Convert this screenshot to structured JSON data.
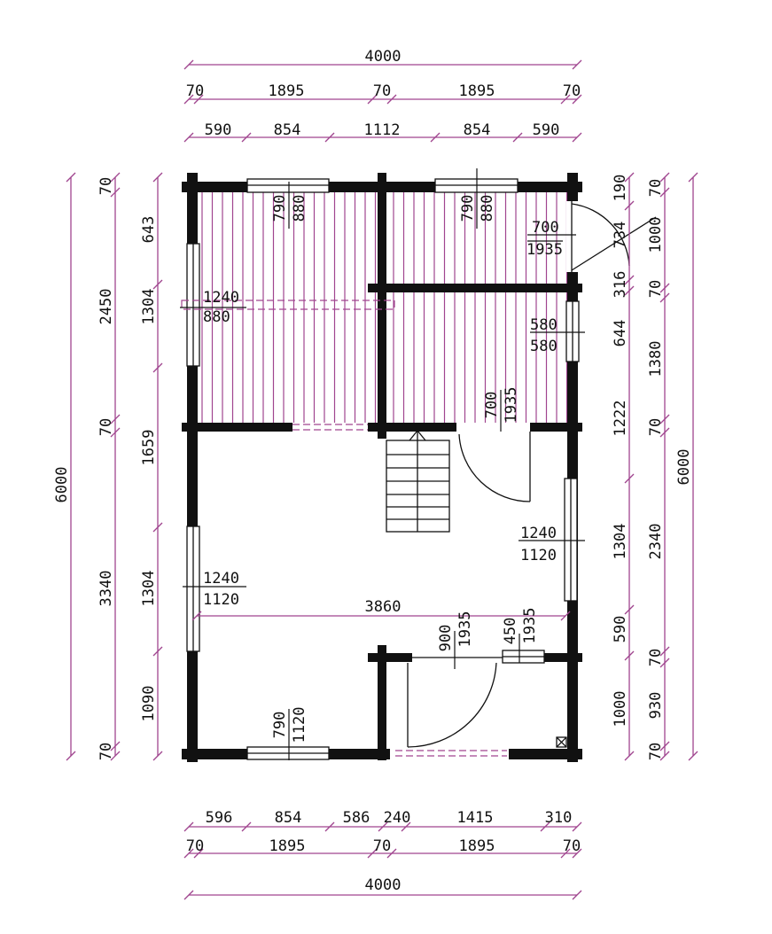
{
  "top": {
    "overall": "4000",
    "row2": [
      "70",
      "1895",
      "70",
      "1895",
      "70"
    ],
    "row3": [
      "590",
      "854",
      "1112",
      "854",
      "590"
    ]
  },
  "bottom": {
    "row1": [
      "596",
      "854",
      "586",
      "240",
      "1415",
      "310"
    ],
    "row2": [
      "70",
      "1895",
      "70",
      "1895",
      "70"
    ],
    "overall": "4000"
  },
  "left": {
    "overall": "6000",
    "col2": [
      "70",
      "2450",
      "70",
      "3340",
      "70"
    ],
    "col3": [
      "643",
      "1304",
      "1659",
      "1304",
      "1090"
    ]
  },
  "right": {
    "col1": [
      "190",
      "734",
      "316",
      "644",
      "1222",
      "1304",
      "590",
      "1000"
    ],
    "col2": [
      "70",
      "1000",
      "70",
      "1380",
      "70",
      "2340",
      "70",
      "930",
      "70"
    ],
    "overall": "6000"
  },
  "openings": {
    "top_window_left": [
      "790",
      "880"
    ],
    "top_window_right": [
      "790",
      "880"
    ],
    "upper_door": [
      "700",
      "1935"
    ],
    "left_window_upper": [
      "1240",
      "880"
    ],
    "right_window_small": [
      "580",
      "580"
    ],
    "inner_door": [
      "700",
      "1935"
    ],
    "right_window_lower": [
      "1240",
      "1120"
    ],
    "left_window_lower": [
      "1240",
      "1120"
    ],
    "interior_span": "3860",
    "bath_door": [
      "900",
      "1935"
    ],
    "bath_window": [
      "450",
      "1935"
    ],
    "bottom_window": [
      "790",
      "1120"
    ]
  },
  "colors": {
    "dimension": "#a0458f",
    "wall": "#111111"
  }
}
